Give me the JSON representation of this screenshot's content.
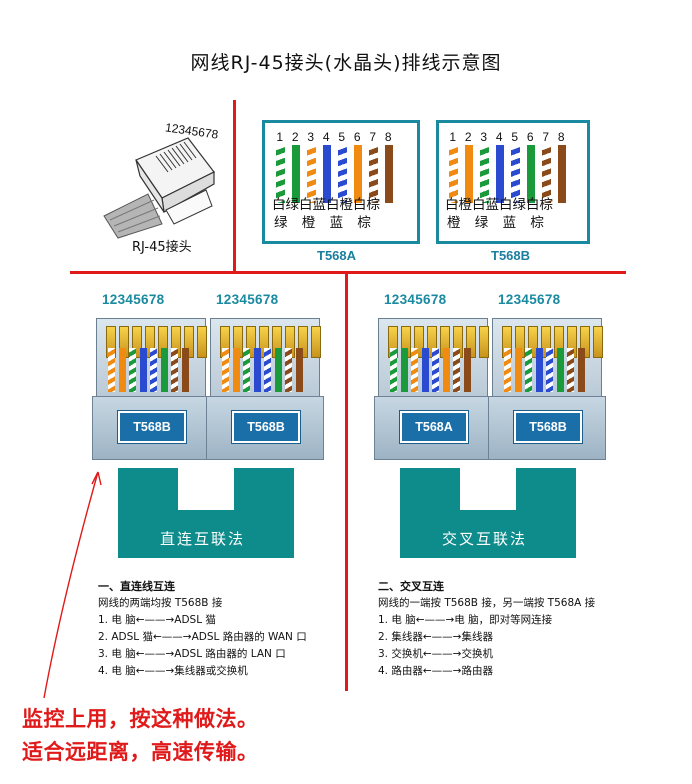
{
  "title": "网线RJ-45接头(水晶头)排线示意图",
  "rj45": {
    "pin_numbers": "12345678",
    "label": "RJ-45接头"
  },
  "pin_digits": [
    "1",
    "2",
    "3",
    "4",
    "5",
    "6",
    "7",
    "8"
  ],
  "standards": {
    "t568a": {
      "caption": "T568A",
      "wires": [
        {
          "color": "#1a9a3a",
          "striped": true
        },
        {
          "color": "#1a9a3a",
          "striped": false
        },
        {
          "color": "#f08a10",
          "striped": true
        },
        {
          "color": "#2a4bd0",
          "striped": false
        },
        {
          "color": "#2a4bd0",
          "striped": true
        },
        {
          "color": "#f08a10",
          "striped": false
        },
        {
          "color": "#8a4a1a",
          "striped": true
        },
        {
          "color": "#8a4a1a",
          "striped": false
        }
      ],
      "row1": "白绿白蓝白橙白棕",
      "row2": "绿 橙 蓝 棕"
    },
    "t568b": {
      "caption": "T568B",
      "wires": [
        {
          "color": "#f08a10",
          "striped": true
        },
        {
          "color": "#f08a10",
          "striped": false
        },
        {
          "color": "#1a9a3a",
          "striped": true
        },
        {
          "color": "#2a4bd0",
          "striped": false
        },
        {
          "color": "#2a4bd0",
          "striped": true
        },
        {
          "color": "#1a9a3a",
          "striped": false
        },
        {
          "color": "#8a4a1a",
          "striped": true
        },
        {
          "color": "#8a4a1a",
          "striped": false
        }
      ],
      "row1": "白橙白蓝白绿白棕",
      "row2": "橙 绿 蓝 棕"
    }
  },
  "straight": {
    "conn_left": {
      "numbers": "12345678",
      "tag": "T568B"
    },
    "conn_right": {
      "numbers": "12345678",
      "tag": "T568B"
    },
    "cable_label": "直连互联法",
    "heading": "一、直连线互连",
    "desc": "网线的两端均按 T568B 接",
    "items": [
      "1.  电   脑←——→ADSL 猫",
      "2.  ADSL 猫←——→ADSL 路由器的 WAN 口",
      "3.  电   脑←——→ADSL 路由器的 LAN 口",
      "4.  电   脑←——→集线器或交换机"
    ]
  },
  "crossover": {
    "conn_left": {
      "numbers": "12345678",
      "tag": "T568A"
    },
    "conn_right": {
      "numbers": "12345678",
      "tag": "T568B"
    },
    "cable_label": "交叉互联法",
    "heading": "二、交叉互连",
    "desc": "网线的一端按 T568B 接，另一端按 T568A 接",
    "items": [
      "1.  电   脑←——→电   脑，即对等网连接",
      "2.  集线器←——→集线器",
      "3.  交换机←——→交换机",
      "4.  路由器←——→路由器"
    ]
  },
  "note": {
    "line1": "监控上用，按这种做法。",
    "line2": "适合远距离，高速传输。"
  },
  "colors": {
    "accent_red": "#e01a1a",
    "teal": "#0e8b8b",
    "standard_blue": "#1a7fa0"
  }
}
